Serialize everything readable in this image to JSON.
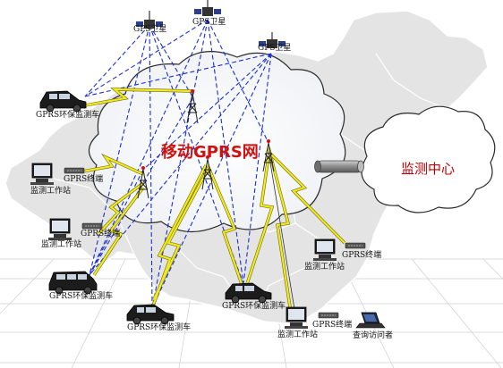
{
  "network": {
    "title": "移动GPRS网"
  },
  "monitoring_center": {
    "label": "监测中心"
  },
  "satellites": [
    {
      "label": "GPS卫星"
    },
    {
      "label": "GPS卫星"
    },
    {
      "label": "GPS卫星"
    }
  ],
  "vehicles": [
    {
      "label": "GPRS环保监测车"
    },
    {
      "label": "GPRS环保监测车"
    },
    {
      "label": "GPRS环保监测车"
    },
    {
      "label": "GPRS环保监测车"
    }
  ],
  "workstations": [
    {
      "label": "监测工作站",
      "terminal_label": "GPRS终端"
    },
    {
      "label": "监测工作站",
      "terminal_label": "GPRS终端"
    },
    {
      "label": "监测工作站",
      "terminal_label": "GPRS终端"
    },
    {
      "label": "监测工作站",
      "terminal_label": "GPRS终端"
    }
  ],
  "query_user": {
    "label": "查询访问者"
  },
  "colors": {
    "gps_link": "#1a2fd6",
    "gprs_link": "#f3ea1c",
    "network_title": "#d11010",
    "center_title": "#c00000",
    "map_fill": "#e4e4e4"
  }
}
